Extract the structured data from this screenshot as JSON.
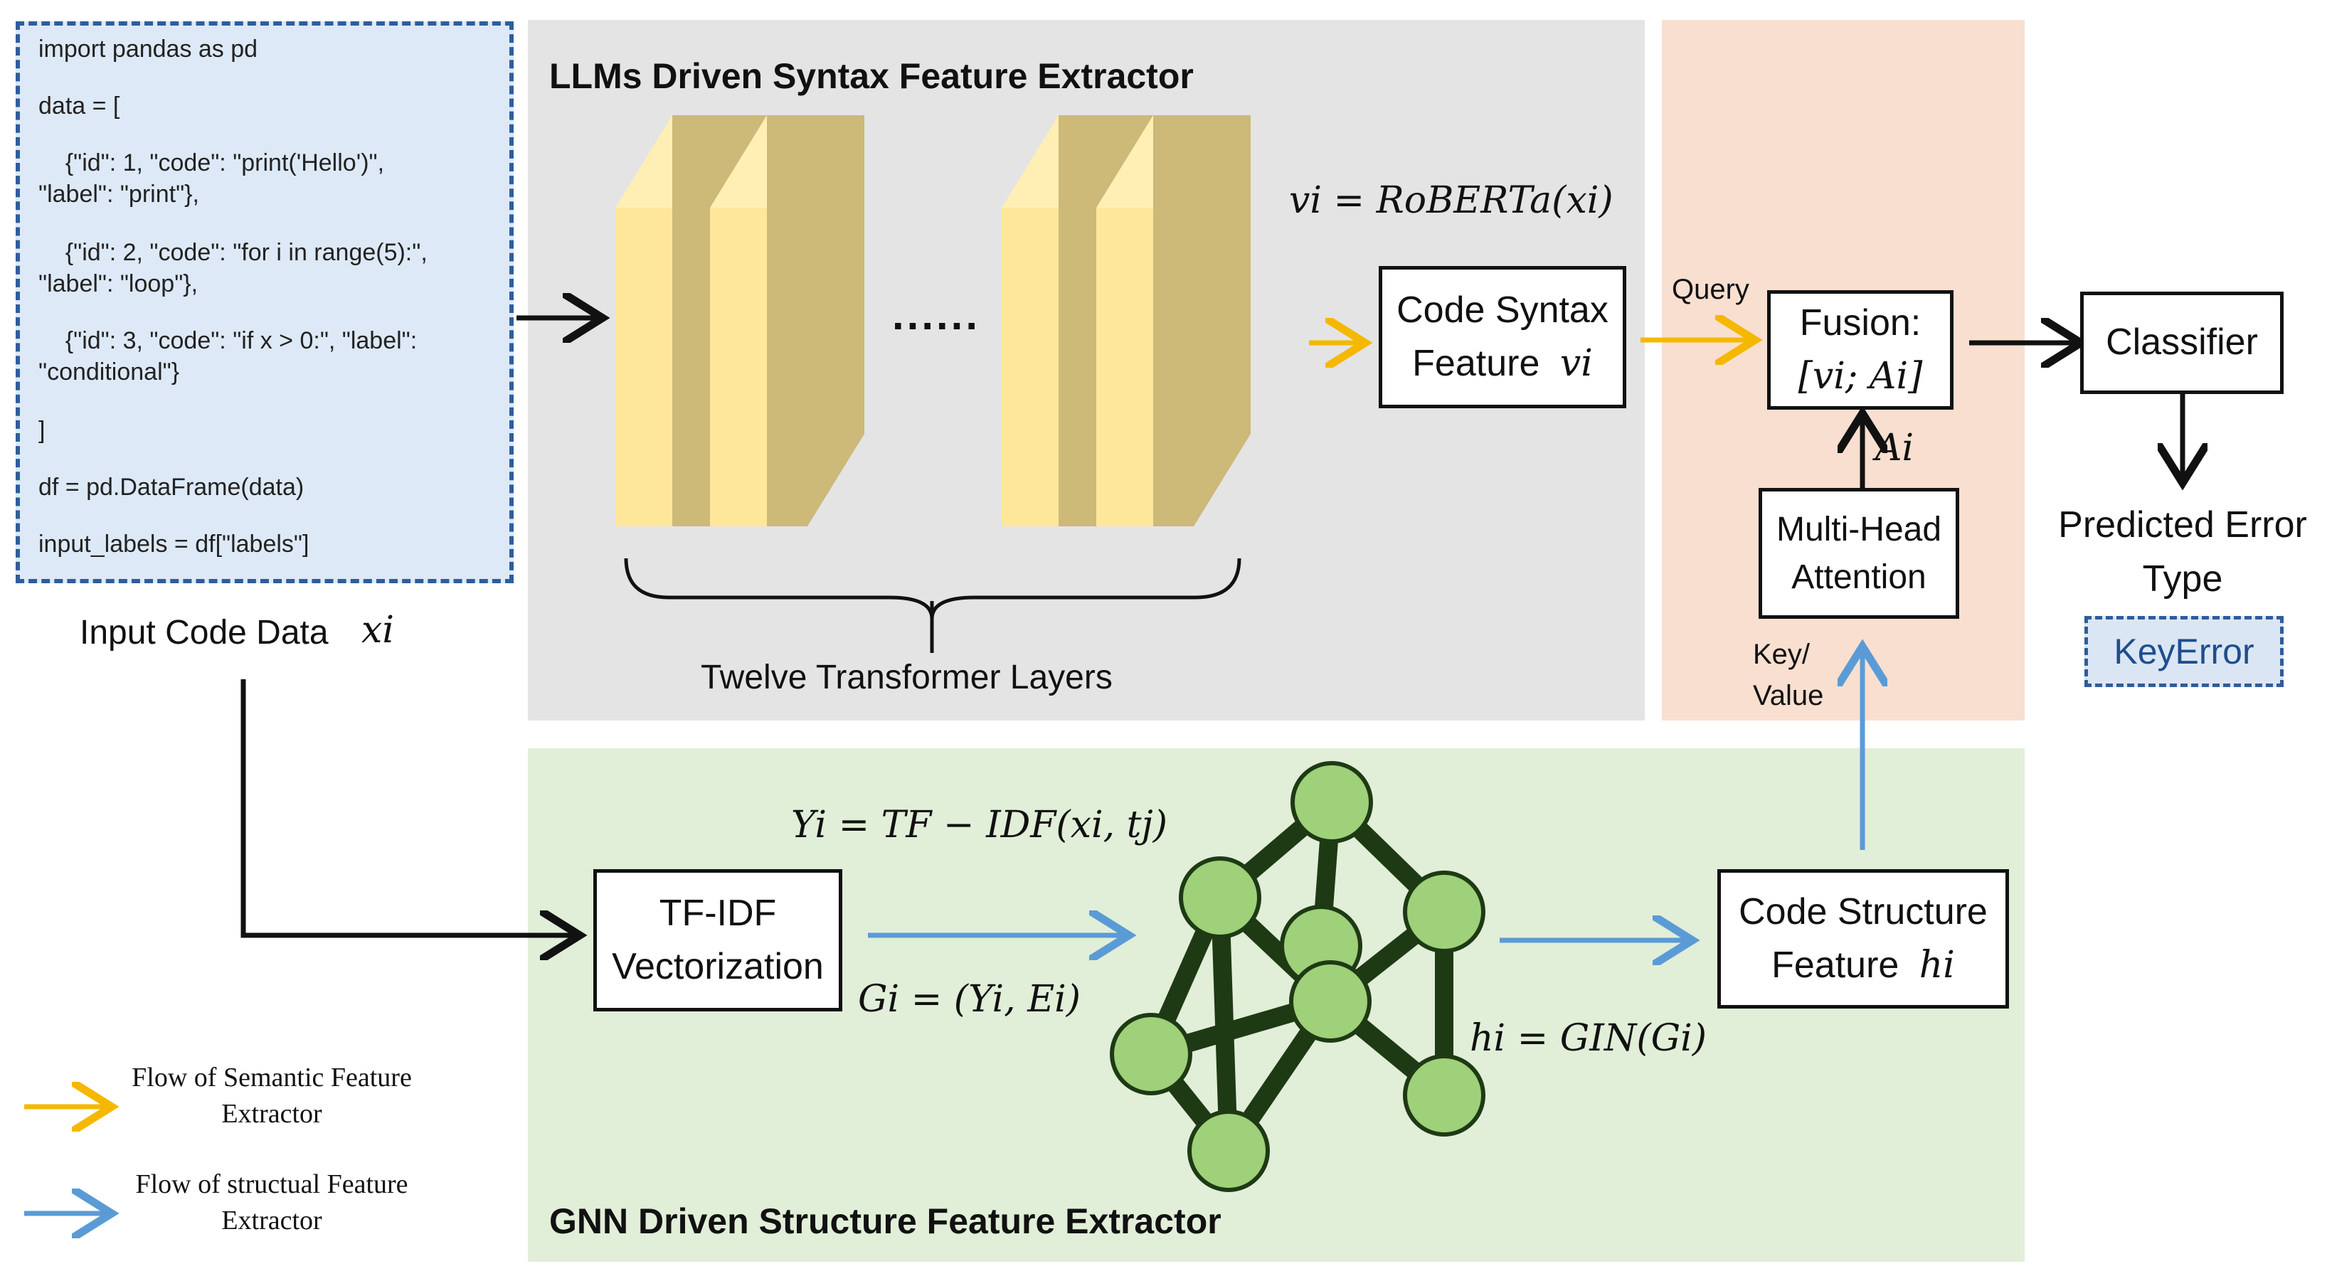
{
  "code_block": {
    "lines": [
      "import pandas as pd",
      "data = [",
      "    {\"id\": 1, \"code\": \"print('Hello')\",",
      "\"label\": \"print\"},",
      "    {\"id\": 2, \"code\": \"for i in range(5):\",",
      "\"label\": \"loop\"},",
      "    {\"id\": 3, \"code\": \"if x > 0:\", \"label\":",
      "\"conditional\"}",
      "]",
      "df = pd.DataFrame(data)",
      "input_labels = df[\"labels\"]"
    ],
    "caption": "Input Code Data",
    "caption_math": "xi"
  },
  "llm_panel": {
    "title": "LLMs Driven Syntax Feature Extractor",
    "ellipsis": "......",
    "brace_label": "Twelve Transformer Layers",
    "equation": "vi = RoBERTa(xi)",
    "syntax_box": {
      "line1": "Code Syntax",
      "line2_text": "Feature",
      "line2_math": "vi"
    }
  },
  "fusion_panel": {
    "query_label": "Query",
    "fusion_box": {
      "line1": "Fusion:",
      "line2_math": "[vi; Ai]"
    },
    "ai_label": "Ai",
    "attention_box": {
      "line1": "Multi-Head",
      "line2": "Attention"
    },
    "key_label": "Key/",
    "value_label": "Value"
  },
  "output": {
    "classifier": "Classifier",
    "predicted_line1": "Predicted Error",
    "predicted_line2": "Type",
    "example": "KeyError"
  },
  "gnn_panel": {
    "title": "GNN Driven Structure Feature Extractor",
    "tfidf_box": {
      "line1": "TF-IDF",
      "line2": "Vectorization"
    },
    "eq_y": "Yi = TF − IDF(xi, tj)",
    "eq_g": "Gi = (Yi, Ei)",
    "eq_h": "hi = GIN(Gi)",
    "structure_box": {
      "line1": "Code Structure",
      "line2_text": "Feature",
      "line2_math": "hi"
    }
  },
  "legend": {
    "semantic": {
      "line1": "Flow of Semantic Feature",
      "line2": "Extractor"
    },
    "structural": {
      "line1": "Flow of structual Feature",
      "line2": "Extractor"
    }
  },
  "colors": {
    "semantic_flow": "#f5b800",
    "structural_flow": "#5b9bd5",
    "llm_panel_bg": "#e4e4e4",
    "fusion_panel_bg": "#f9dfd0",
    "gnn_panel_bg": "#e1eed8",
    "layer_front": "#ffe79a",
    "layer_side": "#cdb978",
    "graph_node": "#9fd07a",
    "graph_edge": "#1e3a14"
  }
}
